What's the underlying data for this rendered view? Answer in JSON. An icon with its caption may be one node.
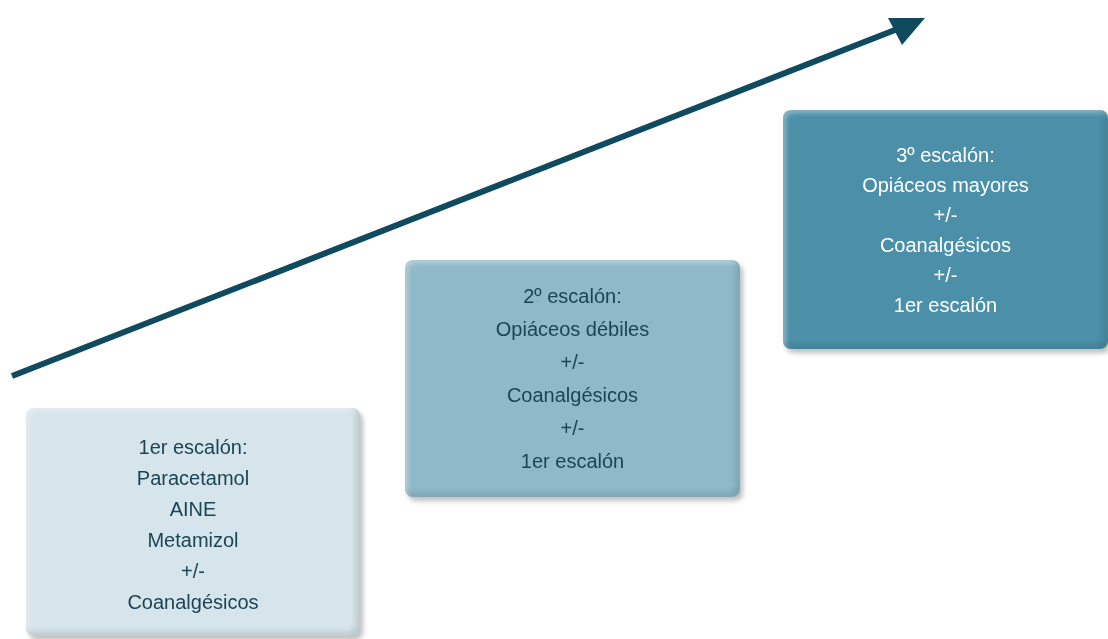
{
  "diagram": {
    "nodes": [
      {
        "text": [
          "1er escalón:",
          "Paracetamol",
          "AINE",
          "Metamizol",
          "+/-",
          "Coanalgésicos"
        ]
      },
      {
        "text": [
          "2º escalón:",
          "Opiáceos débiles",
          "+/-",
          "Coanalgésicos",
          "+/-",
          "1er escalón"
        ]
      },
      {
        "text": [
          "3º escalón:",
          "Opiáceos mayores",
          "+/-",
          "Coanalgésicos",
          "+/-",
          "1er escalón"
        ]
      }
    ]
  }
}
